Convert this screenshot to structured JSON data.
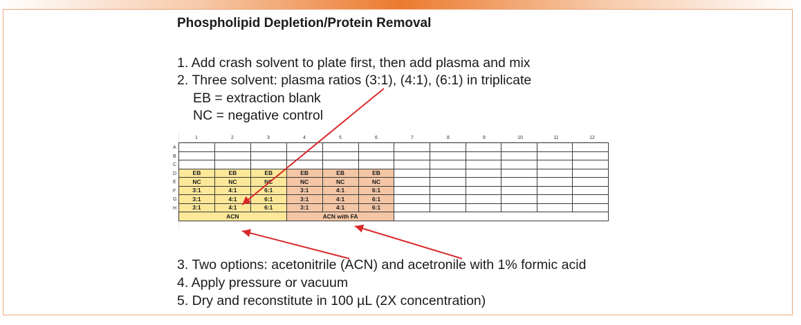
{
  "title": "Phospholipid Depletion/Protein Removal",
  "steps_top": [
    "1. Add crash solvent to plate first, then add plasma and mix",
    "2. Three solvent: plasma ratios (3:1), (4:1), (6:1) in triplicate",
    "EB = extraction blank",
    "NC = negative control"
  ],
  "steps_bottom": [
    "3. Two options: acetonitrile (ACN) and acetronile with 1% formic acid",
    "4. Apply pressure or vacuum",
    "5. Dry and reconstitute in 100 µL (2X concentration)"
  ],
  "plate": {
    "columns": [
      "1",
      "2",
      "3",
      "4",
      "5",
      "6",
      "7",
      "8",
      "9",
      "10",
      "11",
      "12"
    ],
    "rows": [
      "A",
      "B",
      "C",
      "D",
      "E",
      "F",
      "G",
      "H"
    ],
    "cells": {
      "D": [
        "EB",
        "EB",
        "EB",
        "EB",
        "EB",
        "EB"
      ],
      "E": [
        "NC",
        "NC",
        "NC",
        "NC",
        "NC",
        "NC"
      ],
      "F": [
        "3:1",
        "4:1",
        "6:1",
        "3:1",
        "4:1",
        "6:1"
      ],
      "G": [
        "3:1",
        "4:1",
        "6:1",
        "3:1",
        "4:1",
        "6:1"
      ],
      "H": [
        "3:1",
        "4:1",
        "6:1",
        "3:1",
        "4:1",
        "6:1"
      ]
    },
    "group_labels": [
      "ACN",
      "ACN with FA"
    ],
    "colors": {
      "acn": "#fde899",
      "acn_fa": "#f4c6a6",
      "arrow": "#d9282a",
      "frame": "#e8a57c"
    }
  }
}
